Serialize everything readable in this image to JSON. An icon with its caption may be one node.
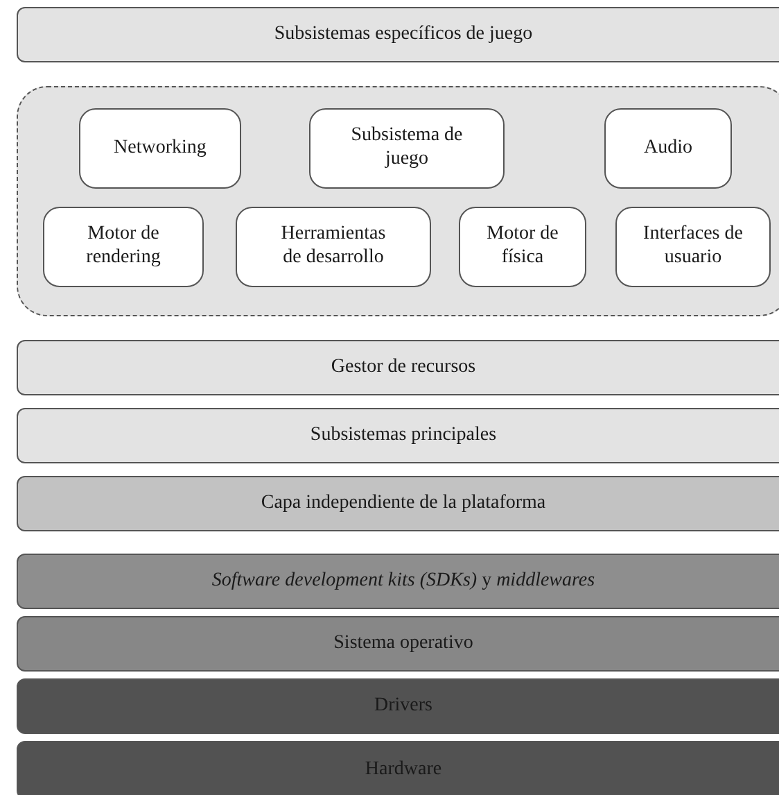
{
  "diagram": {
    "nodes": [
      {
        "text": [
          "Subsistemas específicos de juego"
        ]
      },
      {
        "text": [],
        "shape": "box"
      },
      {
        "text": [
          "Networking"
        ],
        "in": 1
      },
      {
        "text": [
          "Subsistema de juego"
        ],
        "in": 1
      },
      {
        "text": [
          "Audio"
        ],
        "in": 1
      },
      {
        "text": [
          "Motor de rendering"
        ],
        "in": 1
      },
      {
        "text": [
          "Herramientas de desarrollo"
        ],
        "in": 1
      },
      {
        "text": [
          "Motor de física"
        ],
        "in": 1
      },
      {
        "text": [
          "Interfaces de usuario"
        ],
        "in": 1
      },
      {
        "text": [
          "Gestor de recursos"
        ]
      },
      {
        "text": [
          "Subsistemas principales"
        ]
      },
      {
        "text": [
          "Capa independiente de la plataforma"
        ]
      },
      {
        "text": [
          "*Software development kits (SDKs)* y *middlewares*"
        ]
      },
      {
        "text": [
          "Sistema operativo"
        ]
      },
      {
        "text": [
          "Drivers"
        ]
      },
      {
        "text": [
          "Hardware"
        ]
      }
    ]
  }
}
